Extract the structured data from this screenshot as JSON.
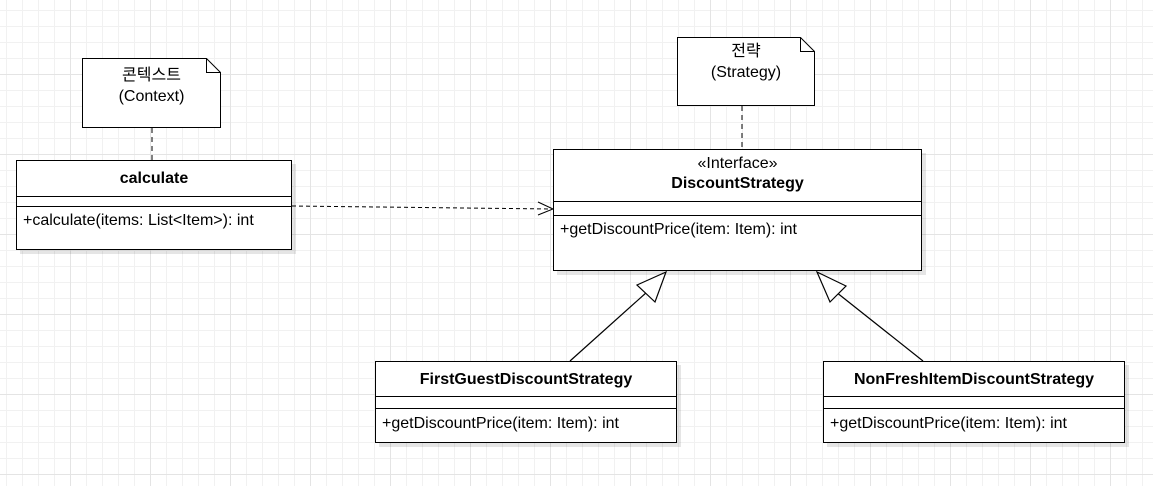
{
  "notes": {
    "context": {
      "line1": "콘텍스트",
      "line2": "(Context)"
    },
    "strategy": {
      "line1": "전략",
      "line2": "(Strategy)"
    }
  },
  "classes": {
    "calculate": {
      "name": "calculate",
      "operation": "+calculate(items: List<Item>): int"
    },
    "discount_strategy": {
      "stereotype": "«Interface»",
      "name": "DiscountStrategy",
      "operation": "+getDiscountPrice(item: Item): int"
    },
    "first_guest": {
      "name": "FirstGuestDiscountStrategy",
      "operation": "+getDiscountPrice(item: Item): int"
    },
    "non_fresh": {
      "name": "NonFreshItemDiscountStrategy",
      "operation": "+getDiscountPrice(item: Item): int"
    }
  },
  "colors": {
    "line": "#000000",
    "grid": "#e4e4e4",
    "background": "#ffffff"
  }
}
